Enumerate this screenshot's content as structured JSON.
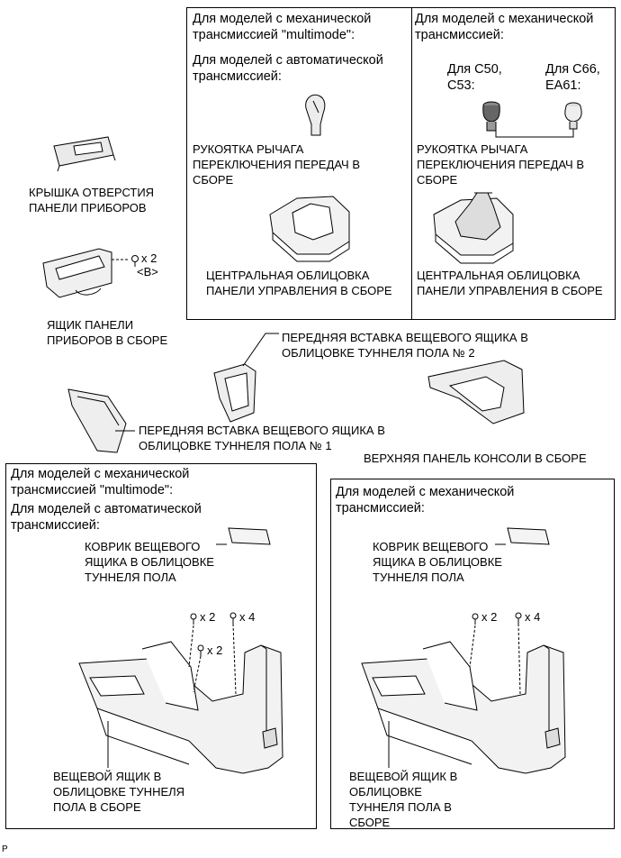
{
  "topbox_left": {
    "heading1": "Для моделей с механической\nтрансмиссией \"multimode\":",
    "heading2": "Для моделей с автоматической\nтрансмиссией:",
    "knob_label": "РУКОЯТКА РЫЧАГА\nПЕРЕКЛЮЧЕНИЯ ПЕРЕДАЧ В\nСБОРЕ",
    "bezel_label": "ЦЕНТРАЛЬНАЯ ОБЛИЦОВКА\nПАНЕЛИ УПРАВЛЕНИЯ В СБОРЕ"
  },
  "topbox_right": {
    "heading": "Для моделей с механической\nтрансмиссией:",
    "variant_a": "Для С50,\nС53:",
    "variant_b": "Для С66,\nЕА61:",
    "knob_label": "РУКОЯТКА РЫЧАГА\nПЕРЕКЛЮЧЕНИЯ ПЕРЕДАЧ В\nСБОРЕ",
    "bezel_label": "ЦЕНТРАЛЬНАЯ ОБЛИЦОВКА\nПАНЕЛИ УПРАВЛЕНИЯ В СБОРЕ"
  },
  "parts": {
    "cover_label": "КРЫШКА ОТВЕРСТИЯ\nПАНЕЛИ ПРИБОРОВ",
    "box_label": "ЯЩИК ПАНЕЛИ\nПРИБОРОВ В СБОРЕ",
    "screw_count": "x 2",
    "screw_code": "<B>",
    "insert2_label": "ПЕРЕДНЯЯ ВСТАВКА ВЕЩЕВОГО ЯЩИКА В\nОБЛИЦОВКЕ ТУННЕЛЯ ПОЛА № 2",
    "insert1_label": "ПЕРЕДНЯЯ ВСТАВКА ВЕЩЕВОГО ЯЩИКА В\nОБЛИЦОВКЕ ТУННЕЛЯ ПОЛА № 1",
    "upper_panel_label": "ВЕРХНЯЯ ПАНЕЛЬ КОНСОЛИ В СБОРЕ"
  },
  "bottombox_left": {
    "heading1": "Для моделей с механической\nтрансмиссией \"multimode\":",
    "heading2": "Для моделей с автоматической\nтрансмиссией:",
    "mat_label": "КОВРИК ВЕЩЕВОГО\nЯЩИКА В ОБЛИЦОВКЕ\nТУННЕЛЯ ПОЛА",
    "clip_count_a": "x 2",
    "clip_count_b": "x 4",
    "clip_count_c": "x 2",
    "console_label": "ВЕЩЕВОЙ ЯЩИК В\nОБЛИЦОВКЕ ТУННЕЛЯ\nПОЛА В СБОРЕ"
  },
  "bottombox_right": {
    "heading": "Для моделей с механической\nтрансмиссией:",
    "mat_label": "КОВРИК ВЕЩЕВОГО\nЯЩИКА В ОБЛИЦОВКЕ\nТУННЕЛЯ ПОЛА",
    "clip_count_a": "x 2",
    "clip_count_b": "x 4",
    "console_label": "ВЕЩЕВОЙ ЯЩИК В\nОБЛИЦОВКЕ\nТУННЕЛЯ ПОЛА В\nСБОРЕ"
  },
  "footer_code": "P"
}
